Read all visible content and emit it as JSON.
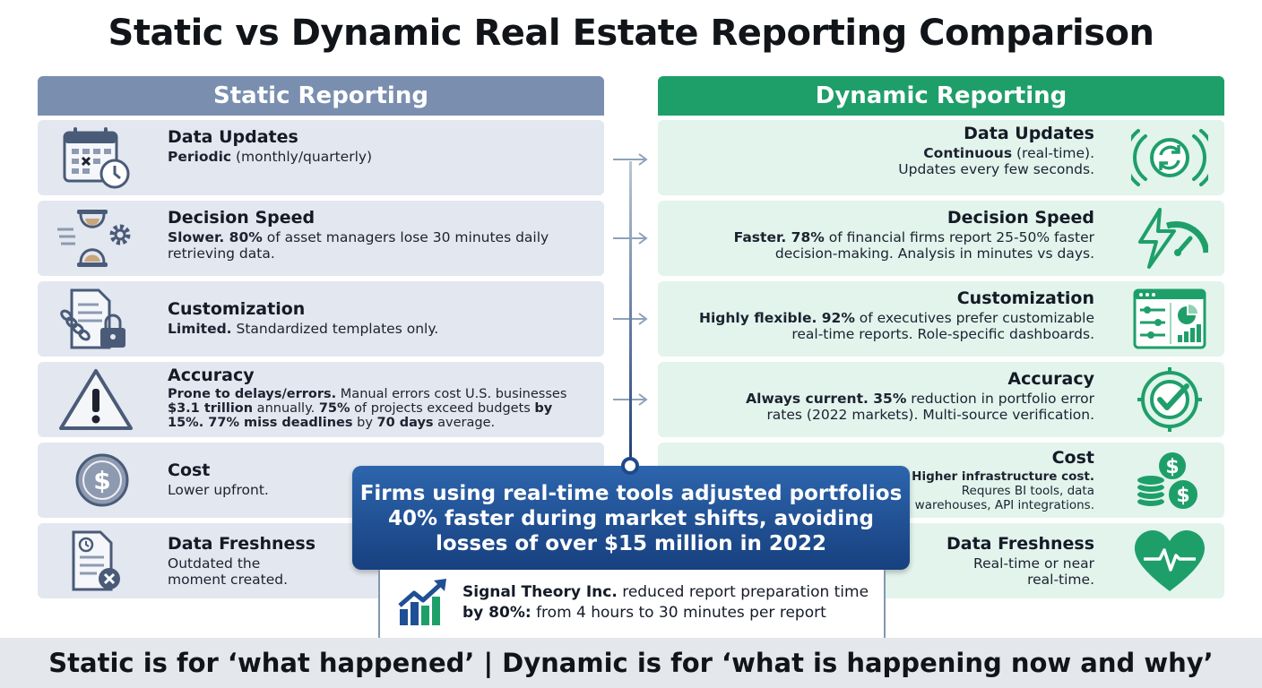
{
  "title": "Static vs Dynamic Real Estate Reporting Comparison",
  "static": {
    "header": "Static Reporting",
    "rows": [
      {
        "icon": "calendar-clock-icon",
        "title": "Data Updates",
        "b1": "Periodic",
        "t1": " (monthly/quarterly)"
      },
      {
        "icon": "hourglass-gear-icon",
        "title": "Decision Speed",
        "b1": "Slower. 80%",
        "t1": " of asset managers lose 30 minutes daily retrieving data."
      },
      {
        "icon": "document-chain-lock-icon",
        "title": "Customization",
        "b1": "Limited.",
        "t1": " Standardized templates only."
      },
      {
        "icon": "warning-triangle-icon",
        "title": "Accuracy",
        "b1": "Prone to delays/errors.",
        "t1": " Manual errors cost U.S. businesses ",
        "b2": "$3.1 trillion",
        "t2": " annually. ",
        "b3": "75%",
        "t3": " of projects exceed budgets ",
        "b4": "by 15%. 77% miss deadlines",
        "t4": " by ",
        "b5": "70 days",
        "t5": " average."
      },
      {
        "icon": "dollar-coin-icon",
        "title": "Cost",
        "t1": "Lower upfront."
      },
      {
        "icon": "document-clock-x-icon",
        "title": "Data Freshness",
        "t1": "Outdated the moment created."
      }
    ]
  },
  "dynamic": {
    "header": "Dynamic Reporting",
    "rows": [
      {
        "icon": "sync-signal-icon",
        "title": "Data Updates",
        "b1": "Continuous",
        "t1": " (real-time). Updates every few seconds."
      },
      {
        "icon": "lightning-gauge-icon",
        "title": "Decision Speed",
        "b1": "Faster. 78%",
        "t1": " of financial firms report 25-50% faster decision-making. Analysis in minutes vs days."
      },
      {
        "icon": "dashboard-sliders-icon",
        "title": "Customization",
        "b1": "Highly flexible. 92%",
        "t1": " of executives prefer customizable real-time reports. Role-specific dashboards."
      },
      {
        "icon": "target-check-icon",
        "title": "Accuracy",
        "b1": "Always current. 35%",
        "t1": " reduction in portfolio error rates (2022 markets). Multi-source verification."
      },
      {
        "icon": "coin-stack-icon",
        "title": "Cost",
        "b1": "Higher infrastructure cost.",
        "t1": " Requres BI tools, data warehouses, API integrations."
      },
      {
        "icon": "heart-pulse-icon",
        "title": "Data Freshness",
        "t1": "Real-time or near real-time."
      }
    ]
  },
  "callout": "Firms using real-time tools adjusted portfolios 40% faster during market shifts, avoiding losses of over $15 million in 2022",
  "case_study": {
    "icon": "growth-chart-icon",
    "b1": "Signal Theory Inc.",
    "t1": " reduced report preparation time ",
    "b2": "by 80%:",
    "t2": " from 4 hours to 30 minutes per report"
  },
  "footer": "Static is for ‘what happened’ | Dynamic is for ‘what is happening now and why’",
  "colors": {
    "static_header": "#7a8fb0",
    "dynamic_header": "#1e9f6a",
    "static_card": "#e3e7ef",
    "dynamic_card": "#e2f4ec",
    "callout": "#1f4f94",
    "icon_static": "#4a5b78",
    "icon_dynamic": "#1e9f6a"
  }
}
